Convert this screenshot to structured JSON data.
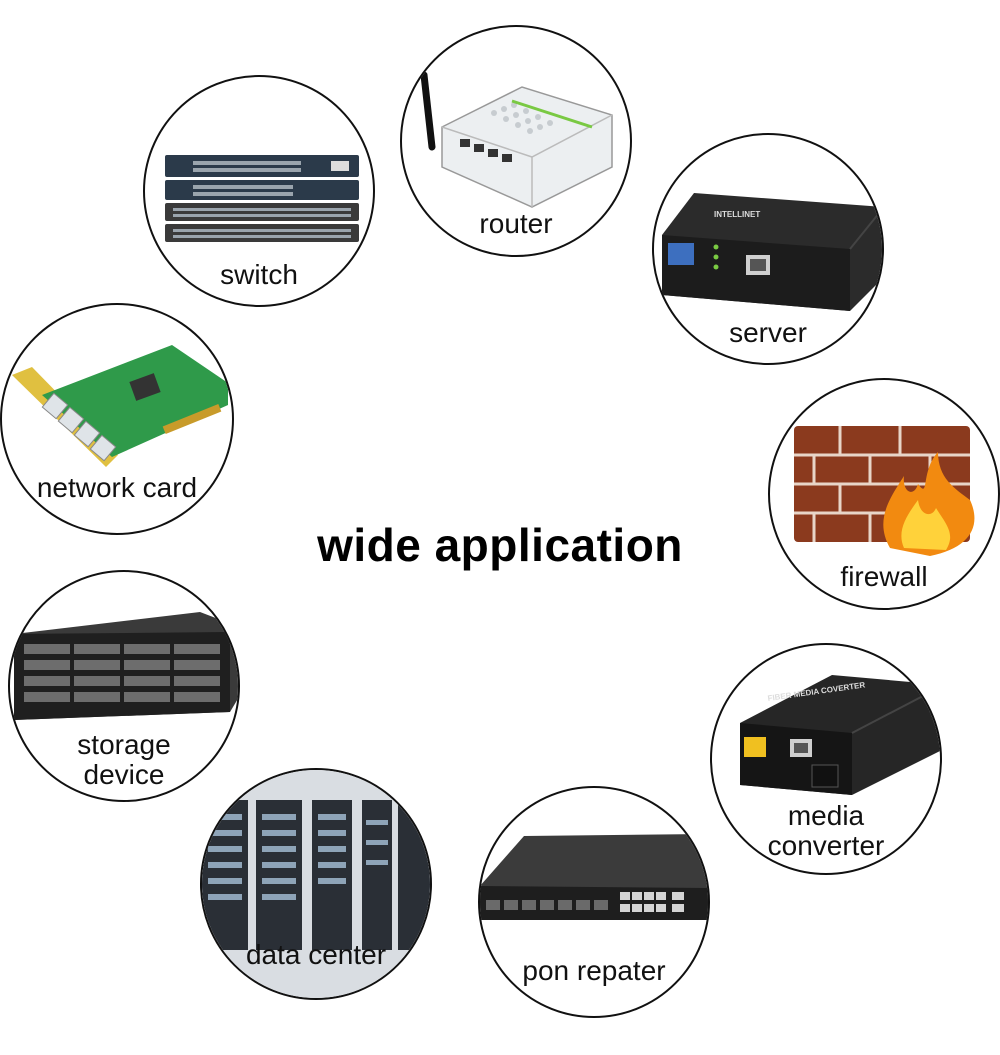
{
  "title": "wide application",
  "items": [
    {
      "label": "router",
      "icon": "router-icon"
    },
    {
      "label": "switch",
      "icon": "switch-icon"
    },
    {
      "label": "server",
      "icon": "server-icon"
    },
    {
      "label": "network card",
      "icon": "network-card-icon"
    },
    {
      "label": "firewall",
      "icon": "firewall-icon"
    },
    {
      "label": "storage\ndevice",
      "icon": "storage-device-icon"
    },
    {
      "label": "media\nconverter",
      "icon": "media-converter-icon"
    },
    {
      "label": "data center",
      "icon": "data-center-icon"
    },
    {
      "label": "pon repater",
      "icon": "pon-repeater-icon"
    }
  ]
}
